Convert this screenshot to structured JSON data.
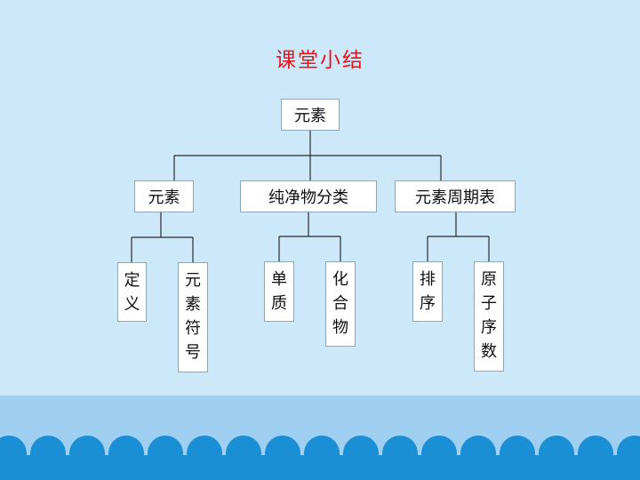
{
  "title": "课堂小结",
  "root": "元素",
  "branches": [
    {
      "label": "元素",
      "children": [
        "定义",
        "元素符号"
      ]
    },
    {
      "label": "纯净物分类",
      "children": [
        "单质",
        "化合物"
      ]
    },
    {
      "label": "元素周期表",
      "children": [
        "排序",
        "原子序数"
      ]
    }
  ],
  "colors": {
    "background": "#cde9f9",
    "title": "#e8121b",
    "band": "#9fd0f2",
    "waves": "#1a8fd6",
    "connector": "#2b2b2b"
  }
}
